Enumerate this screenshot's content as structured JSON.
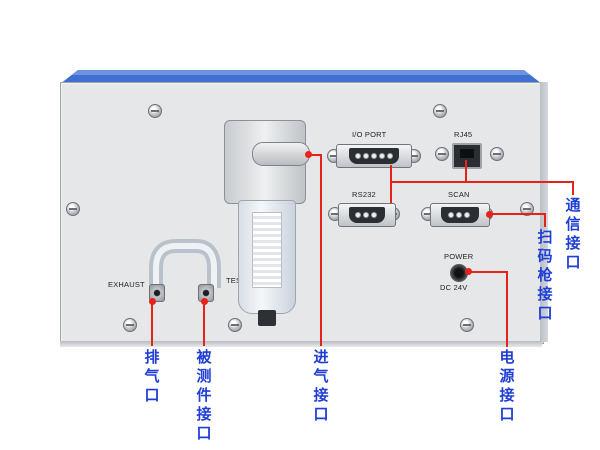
{
  "panel_labels": {
    "io_port": "I/O PORT",
    "rj45": "RJ45",
    "rs232": "RS232",
    "scan": "SCAN",
    "power": "POWER",
    "power_rating": "DC 24V",
    "exhaust": "EXHAUST",
    "test": "TES"
  },
  "callouts": {
    "exhaust_port": "排气口",
    "test_part_port": "被测件接口",
    "air_inlet": "进气接口",
    "power_port": "电源接口",
    "comm_port": "通信接口",
    "scanner_port": "扫码枪接口"
  },
  "colors": {
    "callout_line": "#e6221b",
    "callout_text": "#1f3ed6",
    "panel": "#e6e7e9",
    "chassis_top": "#3b6ed0"
  }
}
